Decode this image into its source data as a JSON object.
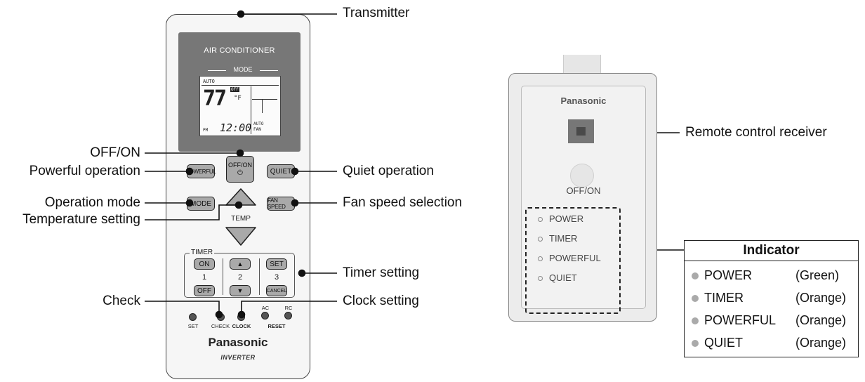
{
  "callouts": {
    "transmitter": "Transmitter",
    "off_on": "OFF/ON",
    "powerful": "Powerful operation",
    "quiet": "Quiet operation",
    "operation_mode": "Operation mode",
    "fan_speed": "Fan speed selection",
    "temperature": "Temperature setting",
    "timer": "Timer setting",
    "check": "Check",
    "clock": "Clock setting",
    "receiver": "Remote control receiver"
  },
  "remote": {
    "panel_title": "AIR CONDITIONER",
    "mode_label": "MODE",
    "lcd": {
      "auto_top": "AUTO",
      "temp": "77",
      "off_badge": "OFF",
      "unit": "°F",
      "pm": "PM",
      "clock": "12:00",
      "fan_auto": "AUTO",
      "fan": "FAN"
    },
    "buttons": {
      "off_on": "OFF/ON",
      "powerful": "POWERFUL",
      "quiet": "QUIET",
      "mode": "MODE",
      "fan_speed": "FAN SPEED",
      "temp": "TEMP",
      "timer_label": "TIMER",
      "timer_on": "ON",
      "timer_off": "OFF",
      "timer_set": "SET",
      "timer_cancel": "CANCEL",
      "num1": "1",
      "num2": "2",
      "num3": "3",
      "set_small": "SET",
      "check_small": "CHECK",
      "clock_small": "CLOCK",
      "ac": "AC",
      "rc": "RC",
      "reset": "RESET"
    },
    "brand": "Panasonic",
    "inverter": "INVERTER"
  },
  "receiver": {
    "brand": "Panasonic",
    "off_on": "OFF/ON",
    "indicators": [
      "POWER",
      "TIMER",
      "POWERFUL",
      "QUIET"
    ]
  },
  "indicator_table": {
    "title": "Indicator",
    "rows": [
      {
        "name": "POWER",
        "color": "(Green)"
      },
      {
        "name": "TIMER",
        "color": "(Orange)"
      },
      {
        "name": "POWERFUL",
        "color": "(Orange)"
      },
      {
        "name": "QUIET",
        "color": "(Orange)"
      }
    ]
  }
}
